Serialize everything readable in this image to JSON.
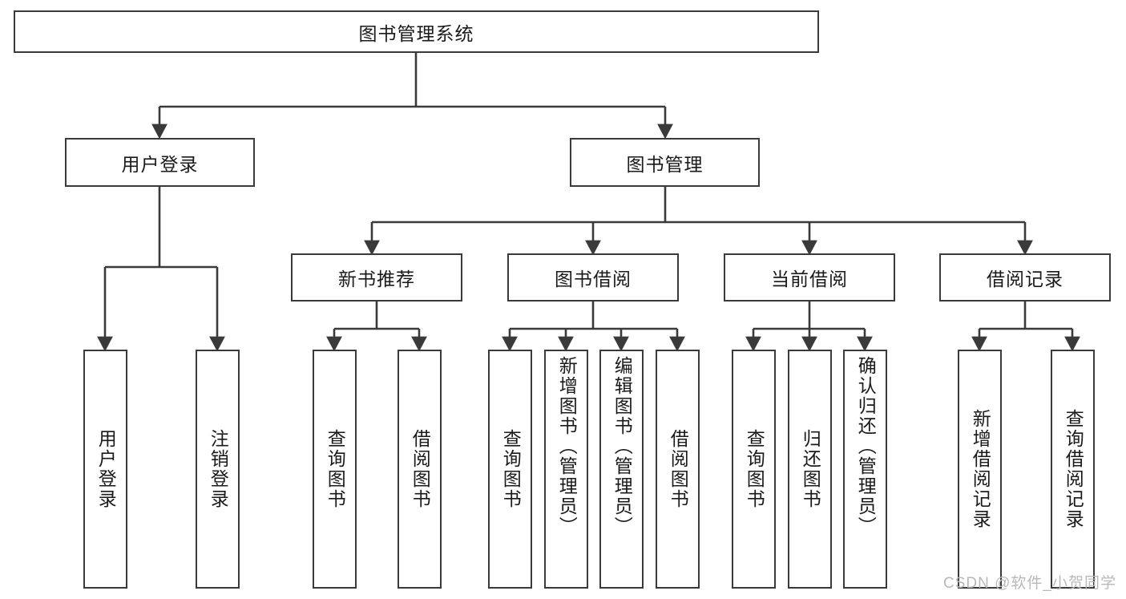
{
  "diagram": {
    "title": "图书管理系统",
    "type": "hierarchy-tree",
    "root": {
      "label": "图书管理系统"
    },
    "level1": [
      {
        "label": "用户登录"
      },
      {
        "label": "图书管理"
      }
    ],
    "level2": [
      {
        "label": "新书推荐"
      },
      {
        "label": "图书借阅"
      },
      {
        "label": "当前借阅"
      },
      {
        "label": "借阅记录"
      }
    ],
    "leaves": {
      "user_login": [
        {
          "label": "用户登录"
        },
        {
          "label": "注销登录"
        }
      ],
      "new_book": [
        {
          "label": "查询图书"
        },
        {
          "label": "借阅图书"
        }
      ],
      "book_borrow": [
        {
          "label": "查询图书"
        },
        {
          "label": "新增图书（管理员）"
        },
        {
          "label": "编辑图书（管理员）"
        },
        {
          "label": "借阅图书"
        }
      ],
      "current_borrow": [
        {
          "label": "查询图书"
        },
        {
          "label": "归还图书"
        },
        {
          "label": "确认归还（管理员）"
        }
      ],
      "borrow_record": [
        {
          "label": "新增借阅记录"
        },
        {
          "label": "查询借阅记录"
        }
      ]
    }
  },
  "watermark": {
    "text": "CSDN @软件_小贺同学"
  },
  "colors": {
    "stroke": "#3a3a3a",
    "background": "#ffffff",
    "text": "#1a1a1a",
    "watermark": "#b9b9b9"
  }
}
